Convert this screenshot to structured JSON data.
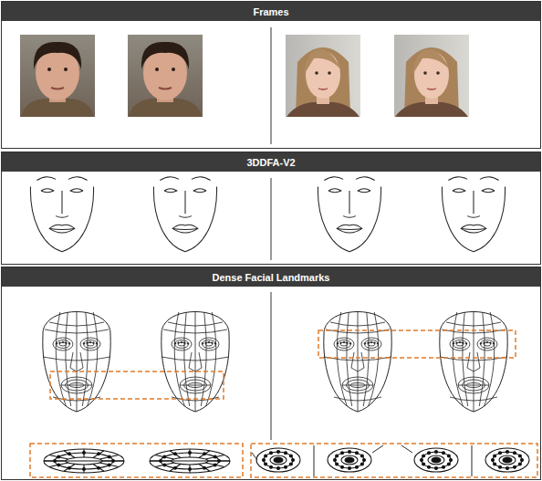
{
  "diagram": {
    "nodes": [
      {
        "text": [
          "Frames"
        ]
      },
      {
        "text": [
          "3DDFA-V2"
        ]
      },
      {
        "text": [
          "Dense Facial Landmarks"
        ]
      }
    ]
  }
}
